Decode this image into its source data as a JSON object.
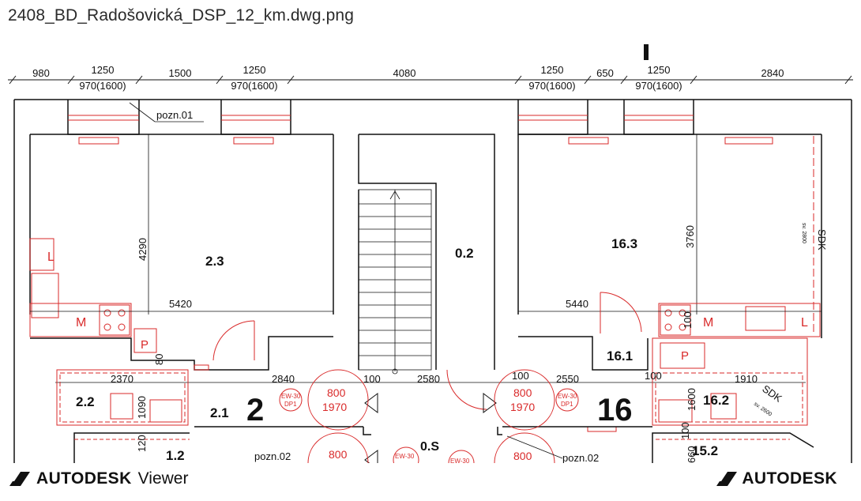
{
  "file_title": "2408_BD_Radošovická_DSP_12_km.dwg.png",
  "drawing": {
    "section_mark": "I",
    "dims_top_row1": [
      "980",
      "1250",
      "1500",
      "1250",
      "4080",
      "1250",
      "650",
      "1250",
      "2840"
    ],
    "dims_top_row2": [
      "970(1600)",
      "970(1600)",
      "970(1600)",
      "970(1600)"
    ],
    "note_pozn01": "pozn.01",
    "rooms": {
      "r23": "2.3",
      "r02": "0.2",
      "r163": "16.3",
      "r161": "16.1",
      "r22": "2.2",
      "r21": "2.1",
      "r162": "16.2",
      "r12": "1.2",
      "r152": "15.2",
      "r0s": "0.S"
    },
    "apartments": {
      "a2": "2",
      "a16": "16"
    },
    "dims": {
      "d4290": "4290",
      "d5420": "5420",
      "d3760": "3760",
      "d5440": "5440",
      "d80": "80",
      "d100a": "100",
      "d2370": "2370",
      "d2840": "2840",
      "d100b": "100",
      "d2580": "2580",
      "d100c": "100",
      "d2550": "2550",
      "d100d": "100",
      "d1910": "1910",
      "d1090": "1090",
      "d1600": "1600",
      "d120": "120",
      "d100e": "100",
      "d660": "660"
    },
    "labels": {
      "L": "L",
      "M": "M",
      "P": "P",
      "sdk": "SDK",
      "sdk_sv2800": "sv. 2800",
      "sdk_sv2600": "sv. 2600",
      "door_w": "800",
      "door_h": "1970",
      "ew30": "EW-30",
      "dp1": "DP1",
      "pozn02": "pozn.02"
    }
  },
  "footer": {
    "left_brand": "AUTODESK",
    "left_product": "Viewer",
    "right_brand": "AUTODESK"
  },
  "colors": {
    "red": "#d92a2a",
    "ink": "#111111"
  }
}
